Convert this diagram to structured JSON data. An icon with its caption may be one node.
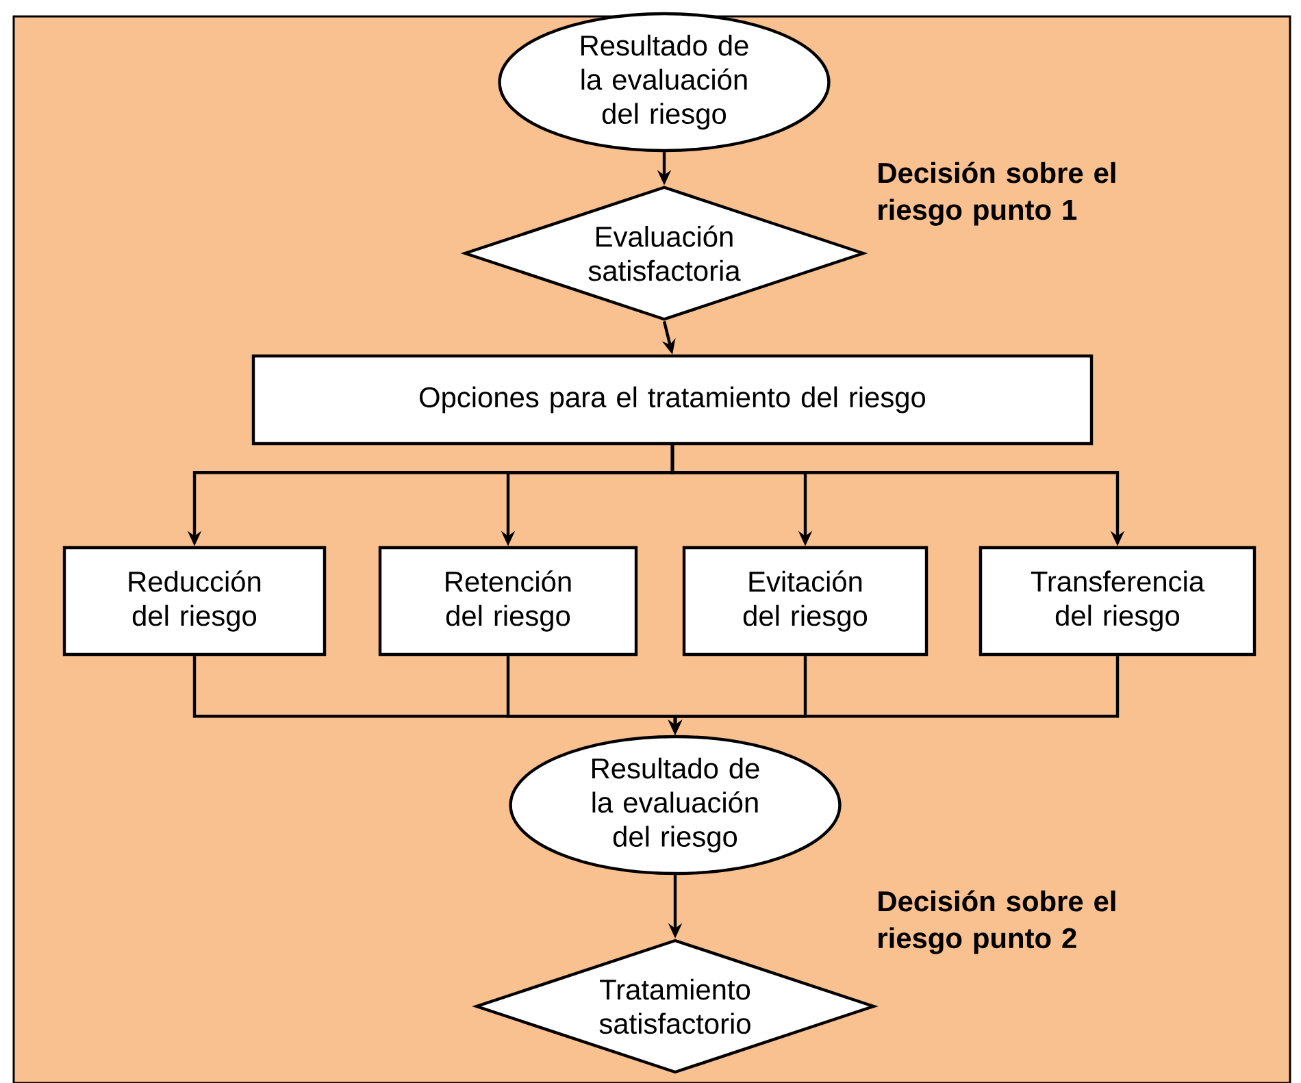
{
  "diagram": {
    "nodes": [
      {
        "text": [
          "Resultado de la evaluación del riesgo"
        ]
      },
      {
        "text": [
          "Evaluación satisfactoria"
        ]
      },
      {
        "text": [
          "Opciones para el tratamiento del riesgo"
        ]
      },
      {
        "text": [
          "Reducción del riesgo"
        ]
      },
      {
        "text": [
          "Retención del riesgo"
        ]
      },
      {
        "text": [
          "Evitación del riesgo"
        ]
      },
      {
        "text": [
          "Transferencia del riesgo"
        ]
      },
      {
        "text": [
          "Resultado de la evaluación del riesgo"
        ]
      },
      {
        "text": [
          "Tratamiento satisfactorio"
        ]
      }
    ],
    "edges": [
      {
        "from": 0,
        "to": 1,
        "arrow": "to"
      },
      {
        "from": 1,
        "to": 2,
        "arrow": "to"
      },
      {
        "from": 2,
        "to": 3,
        "arrow": "to"
      },
      {
        "from": 2,
        "to": 4,
        "arrow": "to"
      },
      {
        "from": 2,
        "to": 5,
        "arrow": "to"
      },
      {
        "from": 2,
        "to": 6,
        "arrow": "to"
      },
      {
        "from": 3,
        "to": 7,
        "arrow": "to"
      },
      {
        "from": 4,
        "to": 7,
        "arrow": "to"
      },
      {
        "from": 5,
        "to": 7,
        "arrow": "to"
      },
      {
        "from": 6,
        "to": 7,
        "arrow": "to"
      },
      {
        "from": 7,
        "to": 8,
        "arrow": "to"
      }
    ],
    "labels": [
      "Decisión sobre el riesgo punto 1",
      "Decisión sobre el riesgo punto 2"
    ]
  }
}
